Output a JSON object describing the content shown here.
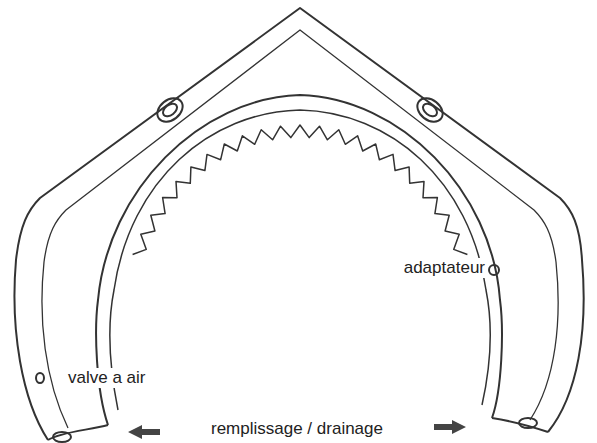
{
  "diagram": {
    "labels": [
      "adaptateur",
      "valve a air",
      "remplissage / drainage"
    ]
  }
}
